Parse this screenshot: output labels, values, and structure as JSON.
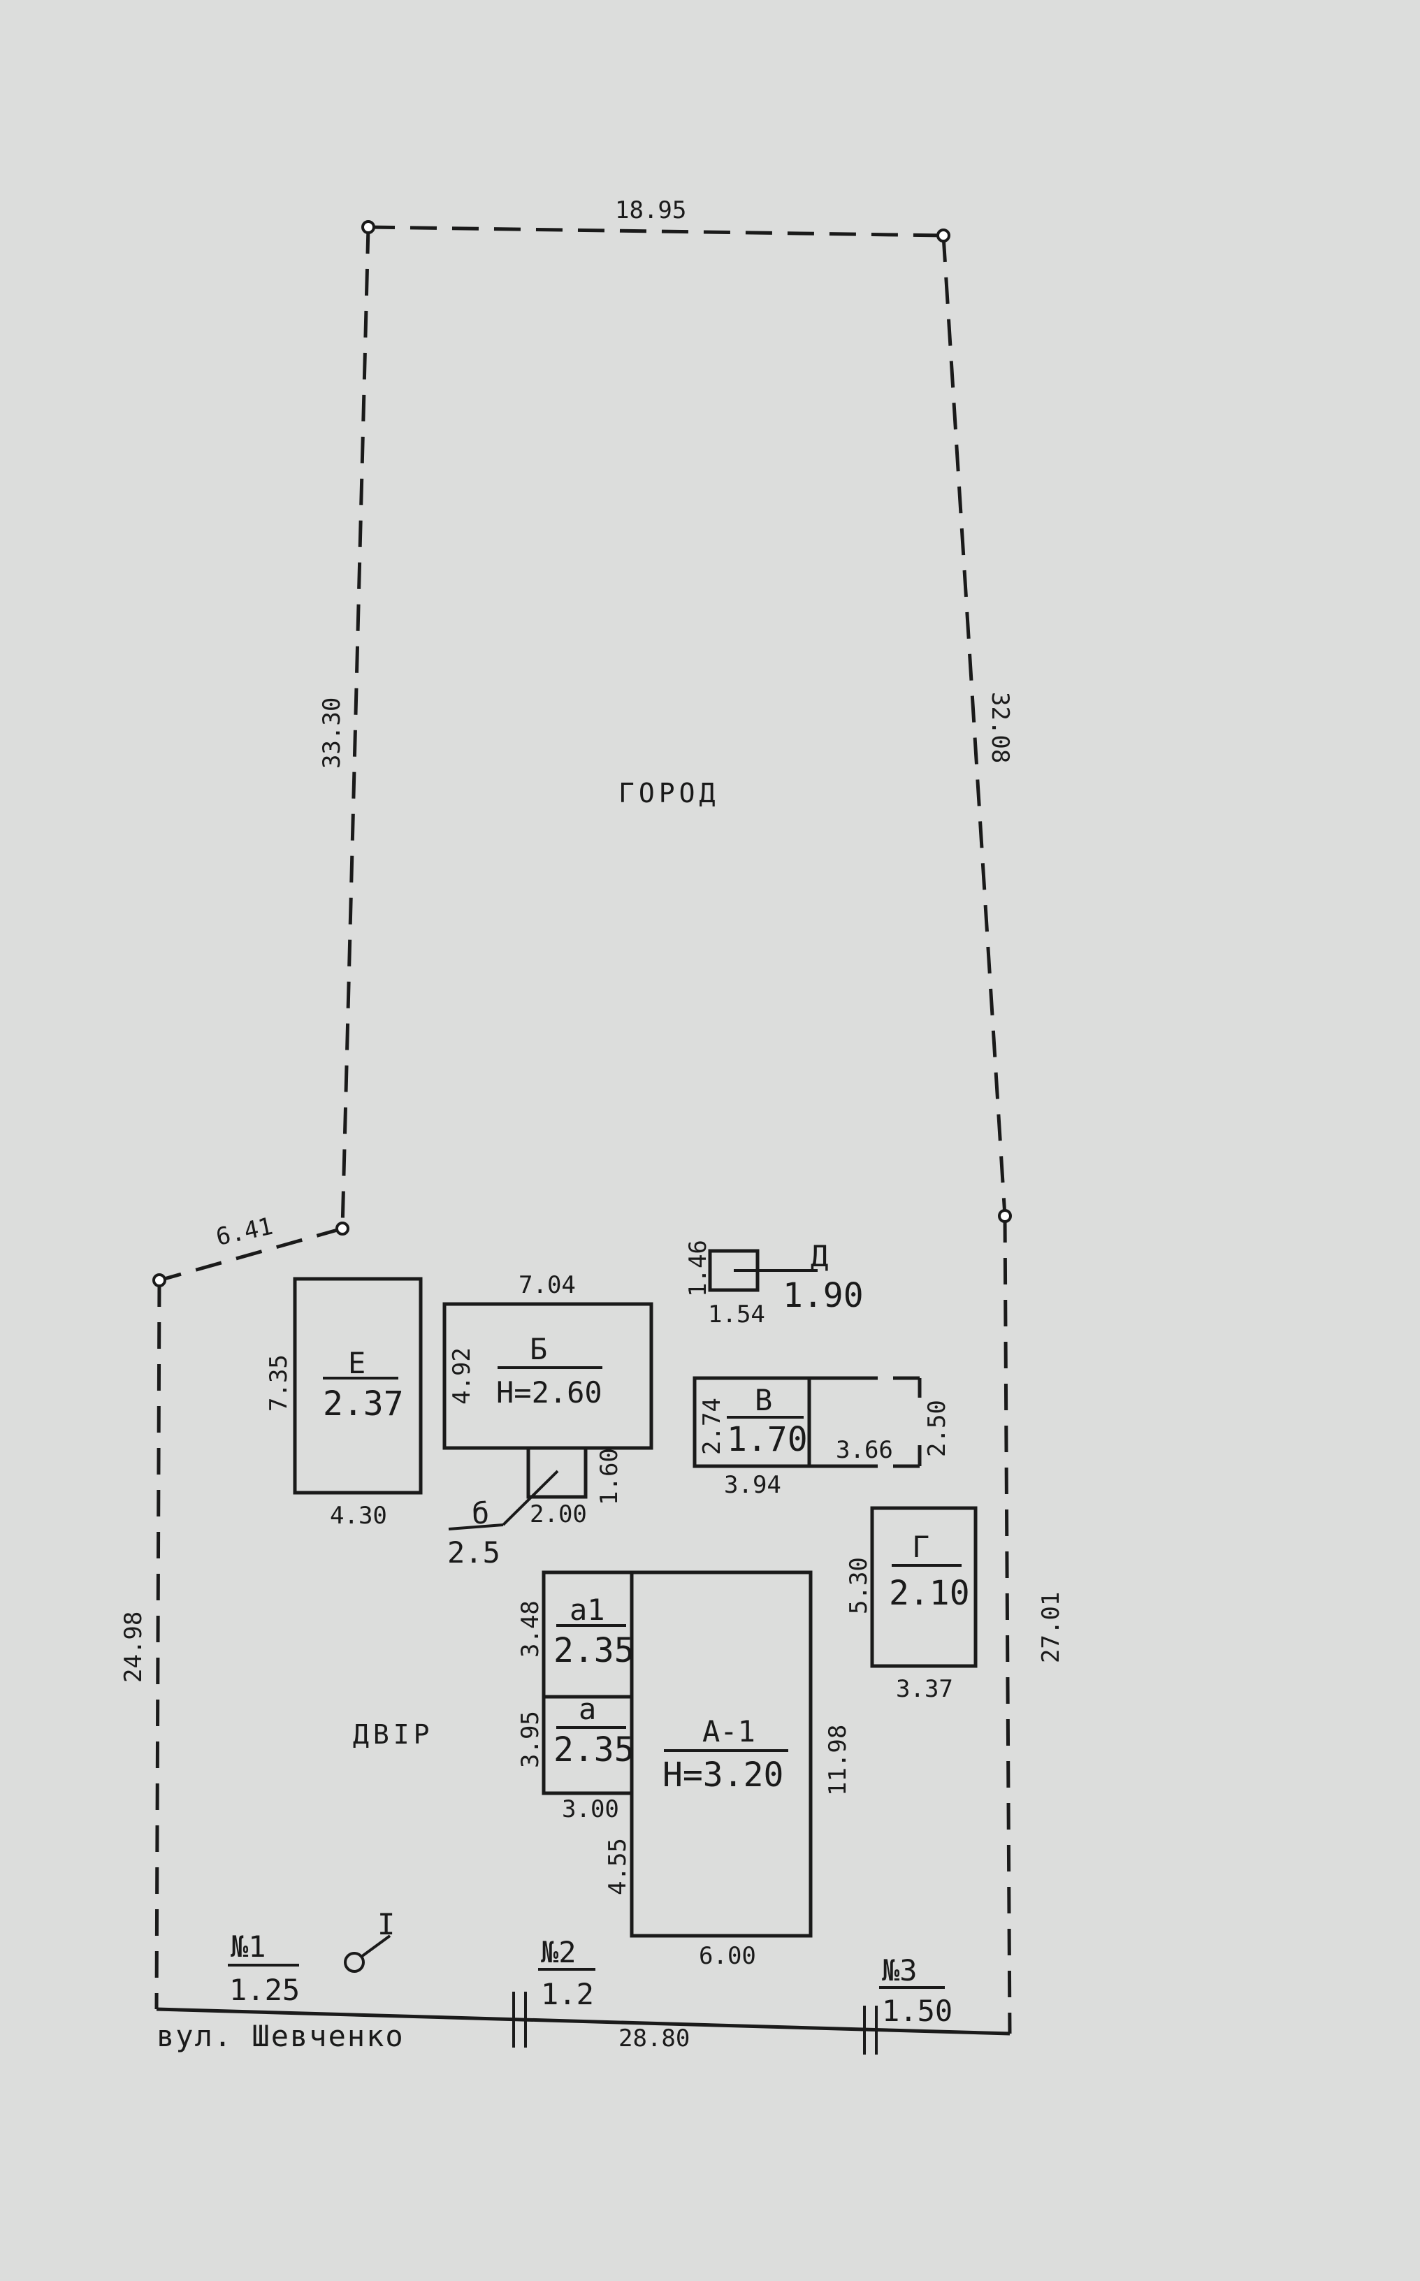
{
  "boundary": {
    "top": "18.95",
    "left_upper": "33.30",
    "right_upper": "32.08",
    "diagonal": "6.41",
    "left_lower": "24.98",
    "right_lower": "27.01",
    "street_front": "28.80"
  },
  "zones": {
    "garden": "ГОРОД",
    "yard": "ДВІР"
  },
  "street": "вул. Шевченко",
  "buildings": {
    "E": {
      "letter": "Е",
      "height": "2.37",
      "side": "7.35",
      "bottom": "4.30"
    },
    "B_main": {
      "letter": "Б",
      "height": "Н=2.60",
      "top": "7.04",
      "side": "4.92"
    },
    "b_porch": {
      "letter": "б",
      "height": "2.5",
      "width": "2.00",
      "depth": "1.60"
    },
    "D": {
      "letter": "Д",
      "height": "1.90",
      "side": "1.46",
      "bottom": "1.54"
    },
    "V": {
      "letter": "В",
      "height": "1.70",
      "side_left": "2.74",
      "bottom": "3.94",
      "inner": "3.66",
      "side_right": "2.50"
    },
    "G": {
      "letter": "Г",
      "height": "2.10",
      "side": "5.30",
      "bottom": "3.37"
    },
    "a1": {
      "letter": "а1",
      "height": "2.35",
      "side": "3.48"
    },
    "a": {
      "letter": "а",
      "height": "2.35",
      "side": "3.95",
      "bottom": "3.00"
    },
    "A1": {
      "letter": "А-1",
      "height": "Н=3.20",
      "right": "11.98",
      "left_lower": "4.55",
      "bottom": "6.00"
    }
  },
  "markers": [
    {
      "num": "№1",
      "value": "1.25"
    },
    {
      "num": "№2",
      "value": "1.2"
    },
    {
      "num": "№3",
      "value": "1.50"
    }
  ],
  "well_mark": "I"
}
